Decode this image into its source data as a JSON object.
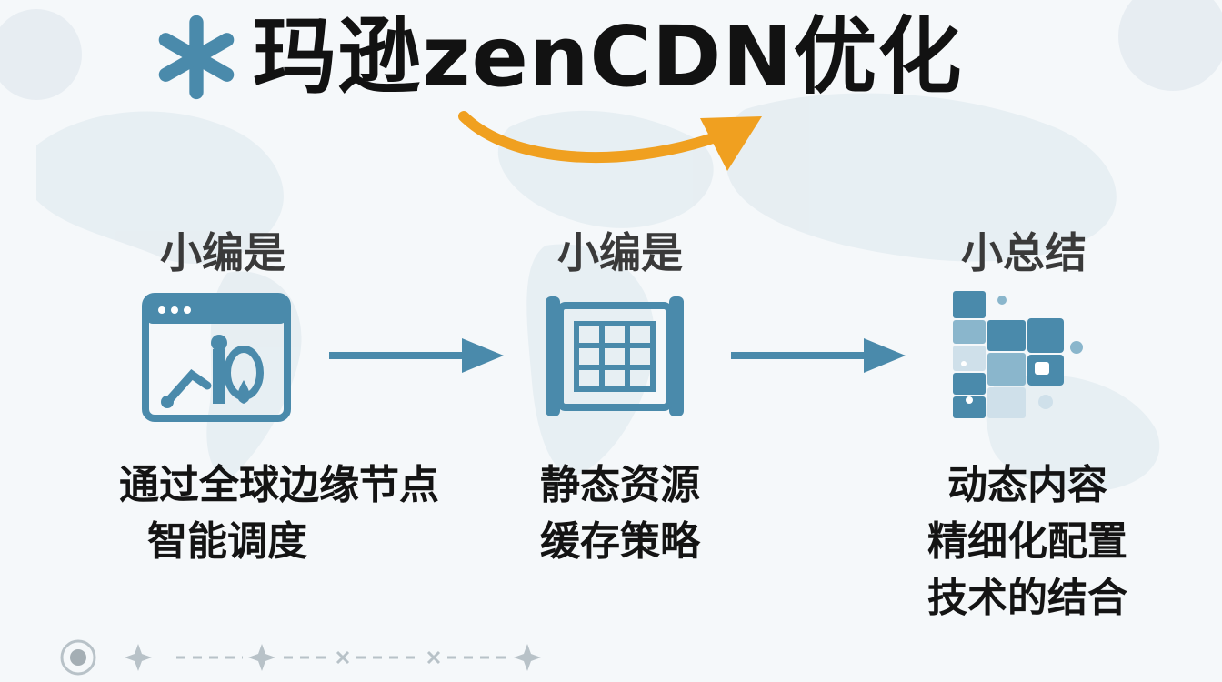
{
  "title": "玛逊zenCDN优化",
  "brand_colors": {
    "accent_blue": "#4a8aab",
    "accent_orange": "#f0a020",
    "text_dark": "#141414"
  },
  "stages": [
    {
      "heading": "小编是",
      "icon": "browser-window-icon",
      "description_lines": [
        "通过全球边缘节点",
        "智能调度"
      ]
    },
    {
      "heading": "小编是",
      "icon": "grid-cache-icon",
      "description_lines": [
        "静态资源",
        "缓存策略"
      ]
    },
    {
      "heading": "小总结",
      "icon": "blocks-cluster-icon",
      "description_lines": [
        "动态内容",
        "精细化配置",
        "技术的结合"
      ]
    }
  ],
  "pager": {
    "active_index": 0,
    "icon": "radio-dot-icon"
  }
}
